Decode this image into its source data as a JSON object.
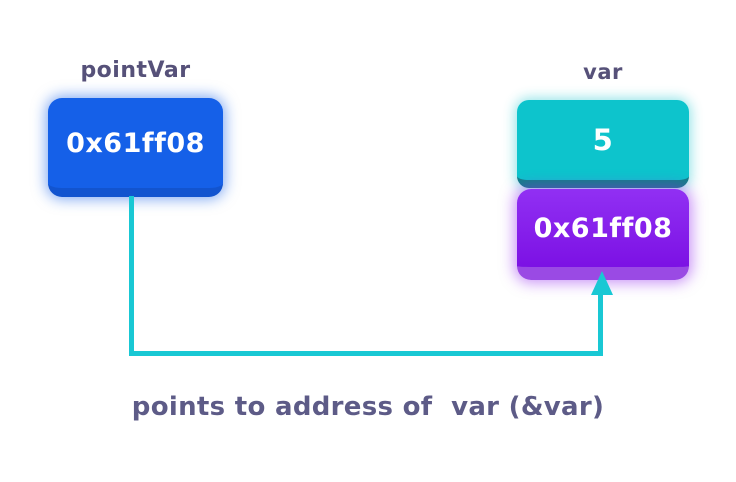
{
  "diagram": {
    "pointer": {
      "label": "pointVar",
      "value": "0x61ff08"
    },
    "variable": {
      "label": "var",
      "value": "5",
      "address": "0x61ff08"
    },
    "caption": "points to address of  var (&var)"
  },
  "colors": {
    "pointer_box": "#1560e8",
    "pointer_box_edge": "#1254cf",
    "value_box": "#0dc4cc",
    "value_box_edge": "#147e88",
    "address_box_top": "#9130f3",
    "address_box_bottom": "#7c11e4",
    "address_box_edge": "#9a4ae4",
    "arrow": "#19c8d4",
    "label_text": "#565179",
    "caption_text": "#5d5b87",
    "box_text": "#ffffff"
  }
}
